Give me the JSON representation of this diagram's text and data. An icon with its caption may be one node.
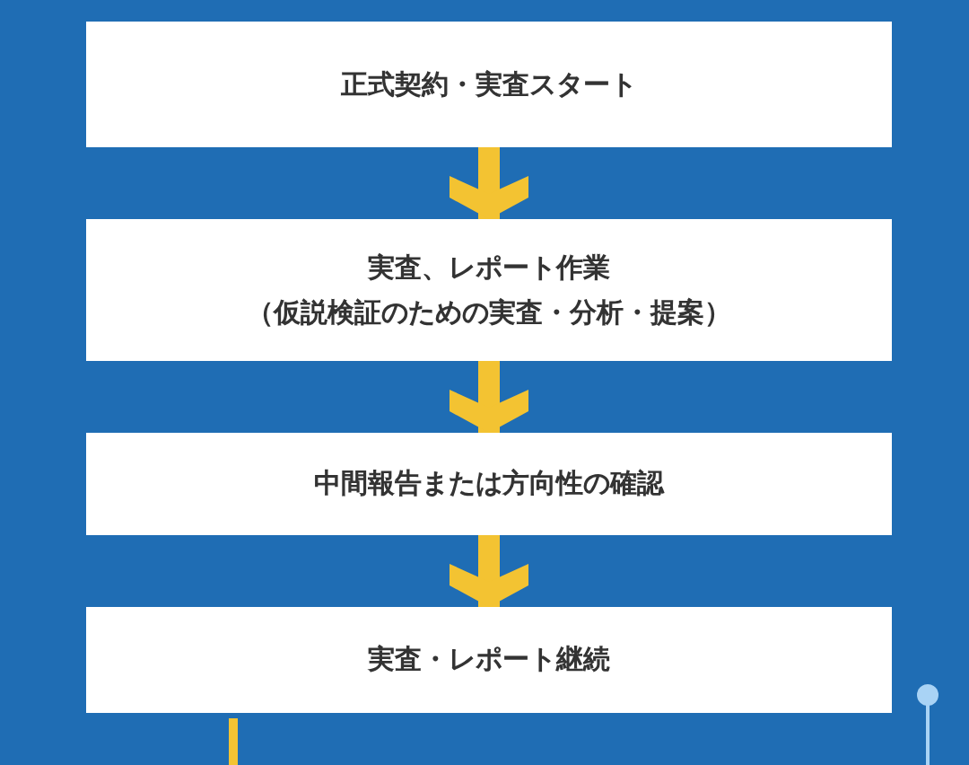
{
  "diagram": {
    "nodes": [
      {
        "text": [
          "正式契約・実査スタート"
        ]
      },
      {
        "text": [
          "実査、レポート作業",
          "（仮説検証のための実査・分析・提案）"
        ]
      },
      {
        "text": [
          "中間報告または方向性の確認"
        ]
      },
      {
        "text": [
          "実査・レポート継続"
        ]
      }
    ],
    "edges": [
      {
        "from": 0,
        "to": 1,
        "arrow": "to"
      },
      {
        "from": 1,
        "to": 2,
        "arrow": "to"
      },
      {
        "from": 2,
        "to": 3,
        "arrow": "to"
      },
      {
        "from": 3,
        "to": null,
        "arrow": "none"
      }
    ]
  }
}
